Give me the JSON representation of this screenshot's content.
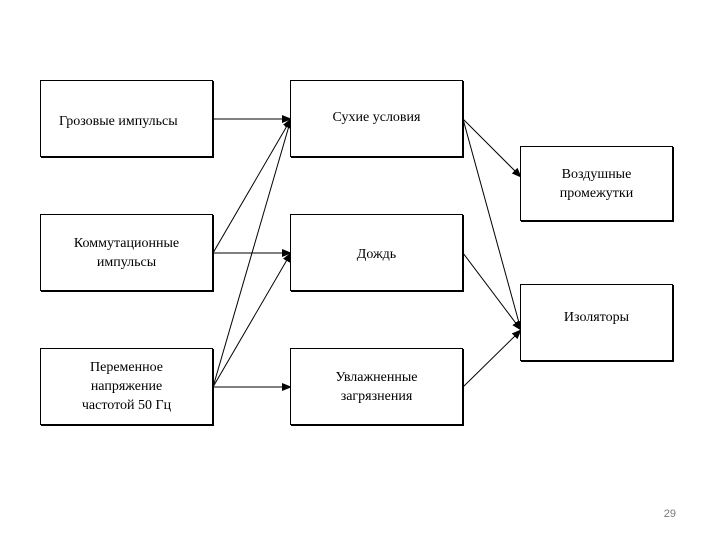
{
  "diagram": {
    "sources": [
      {
        "id": "lightning",
        "label": "Грозовые импульсы"
      },
      {
        "id": "switching",
        "label": "Коммутационные\nимпульсы"
      },
      {
        "id": "ac",
        "label": "Переменное\nнапряжение\nчастотой 50 Гц"
      }
    ],
    "conditions": [
      {
        "id": "dry",
        "label": "Сухие условия"
      },
      {
        "id": "rain",
        "label": "Дождь"
      },
      {
        "id": "wet",
        "label": "Увлажненные\nзагрязнения"
      }
    ],
    "objects": [
      {
        "id": "air",
        "label": "Воздушные\nпромежутки"
      },
      {
        "id": "insulators",
        "label": "Изоляторы"
      }
    ],
    "edges": [
      [
        "lightning",
        "dry"
      ],
      [
        "switching",
        "dry"
      ],
      [
        "switching",
        "rain"
      ],
      [
        "ac",
        "dry"
      ],
      [
        "ac",
        "rain"
      ],
      [
        "ac",
        "wet"
      ],
      [
        "dry",
        "air"
      ],
      [
        "dry",
        "insulators"
      ],
      [
        "rain",
        "insulators"
      ],
      [
        "wet",
        "insulators"
      ]
    ]
  },
  "page_number": "29"
}
